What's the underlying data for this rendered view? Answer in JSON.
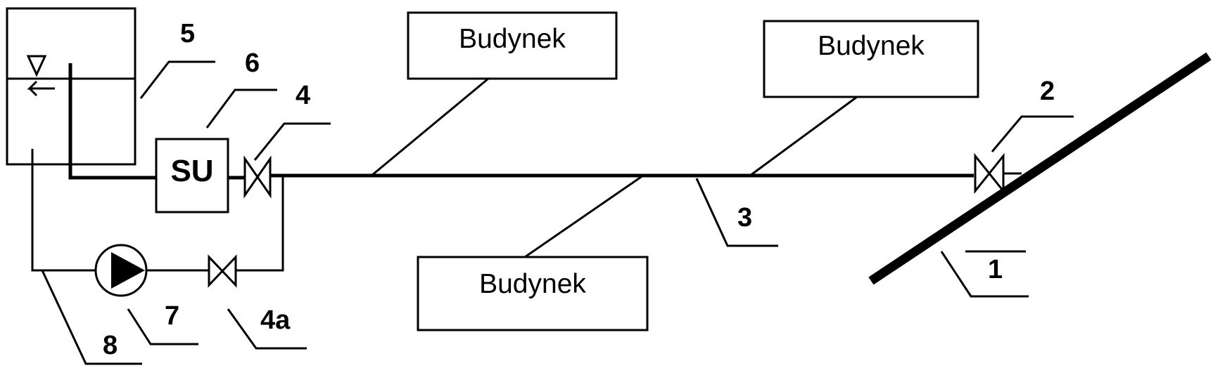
{
  "buildings": [
    "Budynek",
    "Budynek",
    "Budynek"
  ],
  "su_label": "SU",
  "labels": {
    "n1": "1",
    "n2": "2",
    "n3": "3",
    "n4": "4",
    "n4a": "4a",
    "n5": "5",
    "n6": "6",
    "n7": "7",
    "n8": "8"
  }
}
